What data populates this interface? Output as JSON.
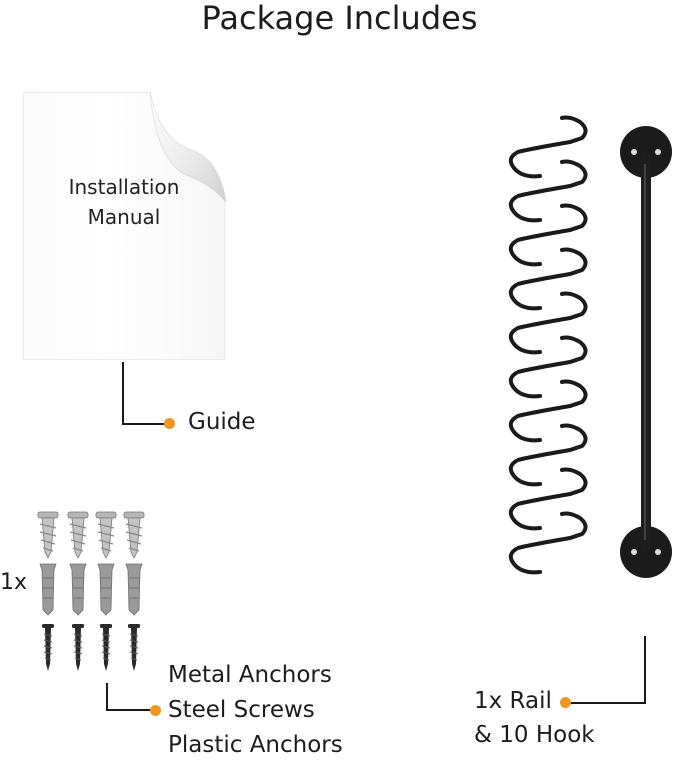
{
  "title": "Package Includes",
  "manual": {
    "line1": "Installation",
    "line2": "Manual"
  },
  "labels": {
    "guide": "Guide",
    "quantity": "1x",
    "metal_anchors": "Metal Anchors",
    "steel_screws": "Steel Screws",
    "plastic_anchors": "Plastic Anchors",
    "rail_line1": "1x Rail",
    "rail_line2": "& 10 Hook"
  },
  "colors": {
    "accent": "#f0961e",
    "metal": "#1a1a1a",
    "anchor": "#9a9a9a"
  },
  "icons": [
    "s-hook-icon",
    "rail-icon",
    "metal-anchor-icon",
    "plastic-anchor-icon",
    "screw-icon"
  ]
}
